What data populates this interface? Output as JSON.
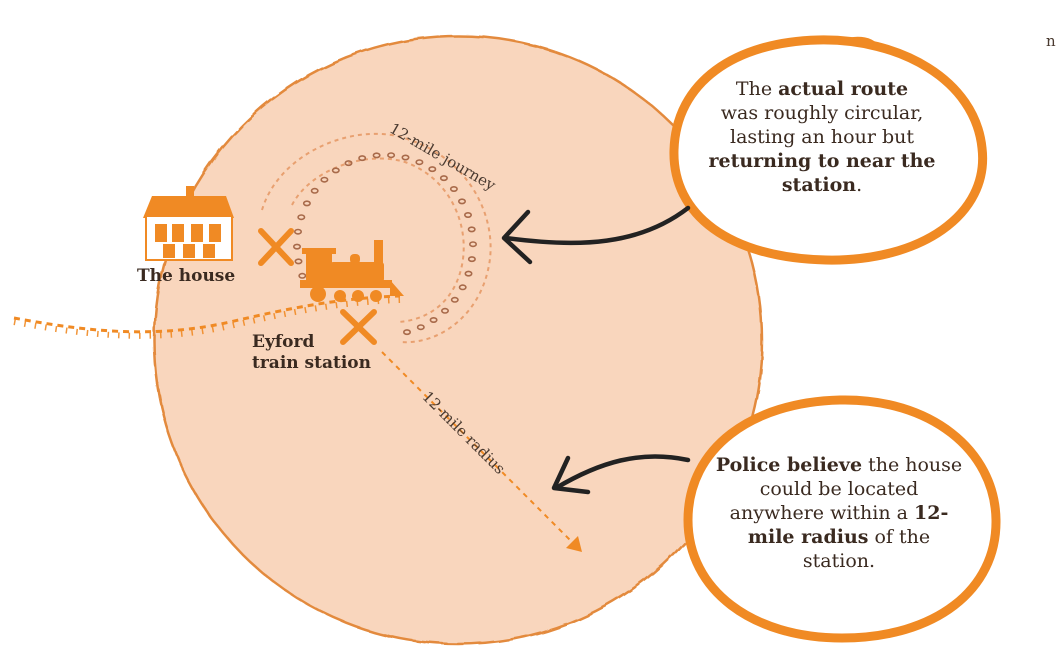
{
  "colors": {
    "area_fill": "#f9d6bd",
    "area_stroke": "#e38a3e",
    "accent": "#f08a24",
    "route_dot": "#a86a4a",
    "arrow": "#222222"
  },
  "edge_fragment": "n",
  "labels": {
    "house": "The house",
    "station_line1": "Eyford",
    "station_line2": "train station",
    "journey": "12-mile journey",
    "radius": "12-mile radius"
  },
  "callout_top": {
    "part1": "The ",
    "bold1": "actual route",
    "part2": "was roughly circular, lasting an hour but ",
    "bold2": "returning to near the station",
    "part3": "."
  },
  "callout_bottom": {
    "bold1": "Police believe",
    "part1": " the house could be located anywhere within a ",
    "bold2": "12-mile radius",
    "part2": " of the station."
  }
}
